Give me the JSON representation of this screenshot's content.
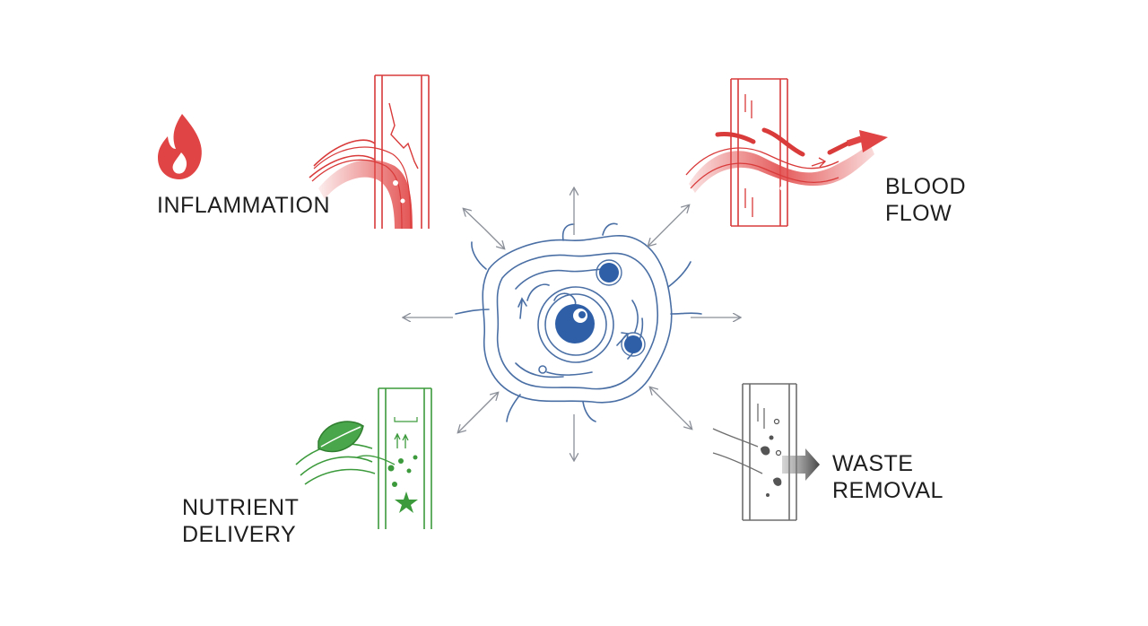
{
  "labels": {
    "inflammation": "INFLAMMATION",
    "blood_flow": [
      "BLOOD",
      "FLOW"
    ],
    "nutrient_delivery": [
      "NUTRIENT",
      "DELIVERY"
    ],
    "waste_removal": [
      "WASTE",
      "REMOVAL"
    ]
  },
  "colors": {
    "cell": "#4a6fa5",
    "nucleus": "#2f5fa7",
    "red": "#d93a3a",
    "green": "#3c9a3c",
    "gray": "#6e6e6e",
    "arrow": "#8a8f98"
  }
}
